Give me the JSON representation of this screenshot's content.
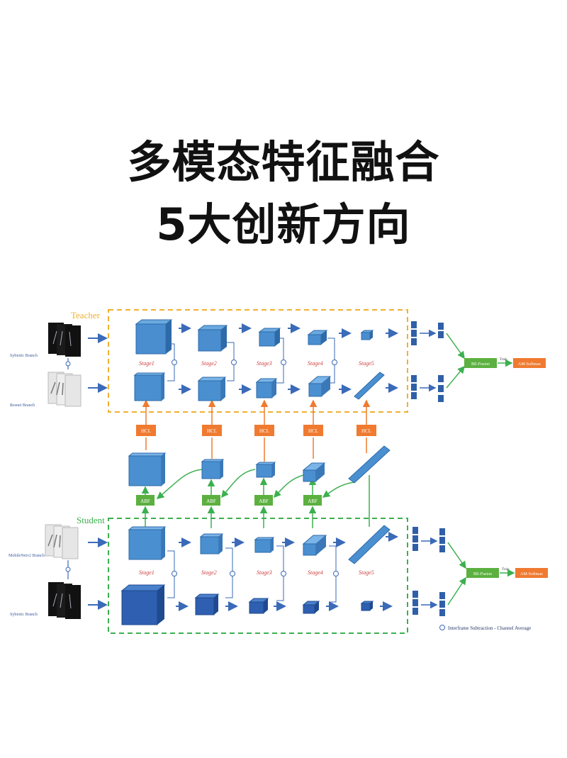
{
  "title": {
    "line1": "多模态特征融合",
    "line2": "5大创新方向"
  },
  "diagram": {
    "teacher_label": "Teacher",
    "student_label": "Student",
    "teacher_inputs": [
      "Sybiotic Branch",
      "Resnet Branch"
    ],
    "student_inputs": [
      "MobileNetv2 Branch",
      "Sybiotic Branch"
    ],
    "stages": [
      "Stage1",
      "Stage2",
      "Stage3",
      "Stage4",
      "Stage5"
    ],
    "hcl_label": "HCL",
    "abf_label": "ABF",
    "fusion_label": "BE-Fusion",
    "train_label": "Train",
    "softmax_label": "AM-Softmax",
    "legend_text": "Interframe Subtraction - Channel Average",
    "colors": {
      "teacher": "#f0b030",
      "student": "#3cb050",
      "block": "#4a90d0",
      "hcl": "#ef7a30",
      "abf": "#5cb040",
      "arrow": "#3a6ab8"
    }
  }
}
